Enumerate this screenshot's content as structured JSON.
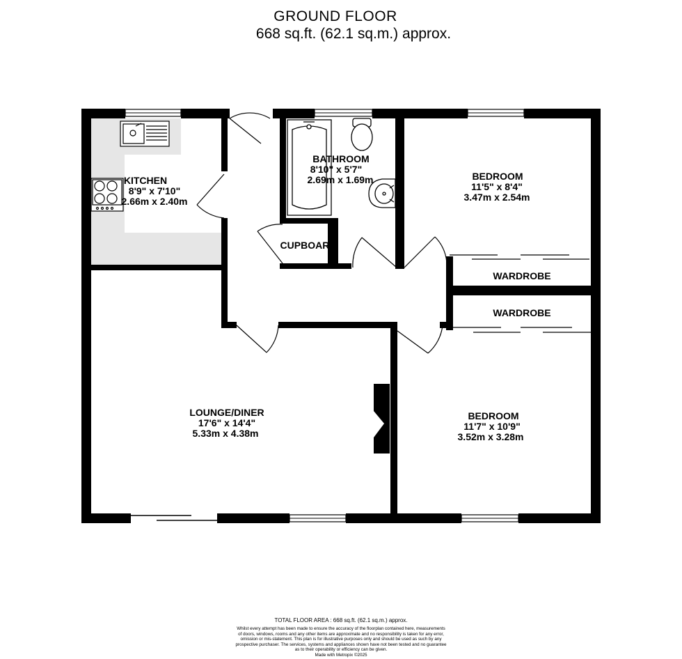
{
  "header": {
    "title": "GROUND FLOOR",
    "area": "668 sq.ft. (62.1 sq.m.) approx."
  },
  "rooms": {
    "kitchen": {
      "name": "KITCHEN",
      "imperial": "8'9\"  x 7'10\"",
      "metric": "2.66m  x 2.40m"
    },
    "bathroom": {
      "name": "BATHROOM",
      "imperial": "8'10\"  x 5'7\"",
      "metric": "2.69m  x 1.69m"
    },
    "bedroom1": {
      "name": "BEDROOM",
      "imperial": "11'5\"  x 8'4\"",
      "metric": "3.47m  x 2.54m"
    },
    "bedroom2": {
      "name": "BEDROOM",
      "imperial": "11'7\"  x 10'9\"",
      "metric": "3.52m  x 3.28m"
    },
    "lounge": {
      "name": "LOUNGE/DINER",
      "imperial": "17'6\"  x 14'4\"",
      "metric": "5.33m  x 4.38m"
    },
    "cupboard": {
      "name": "CUPBOARD"
    },
    "wardrobe1": {
      "name": "WARDROBE"
    },
    "wardrobe2": {
      "name": "WARDROBE"
    }
  },
  "footer": {
    "total": "TOTAL FLOOR AREA : 668 sq.ft. (62.1 sq.m.) approx.",
    "disclaimer_1": "Whilst every attempt has been made to ensure the accuracy of the floorplan contained here, measurements",
    "disclaimer_2": "of doors, windows, rooms and any other items are approximate and no responsibility is taken for any error,",
    "disclaimer_3": "omission or mis-statement. This plan is for illustrative purposes only and should be used as such by any",
    "disclaimer_4": "prospective purchaser. The services, systems and appliances shown have not been tested and no guarantee",
    "disclaimer_5": "as to their operability or efficiency can be given.",
    "made_with": "Made with Metropix ©2025"
  },
  "colors": {
    "wall": "#000000",
    "kitchen_floor": "#e6e6e6",
    "background": "#ffffff"
  }
}
